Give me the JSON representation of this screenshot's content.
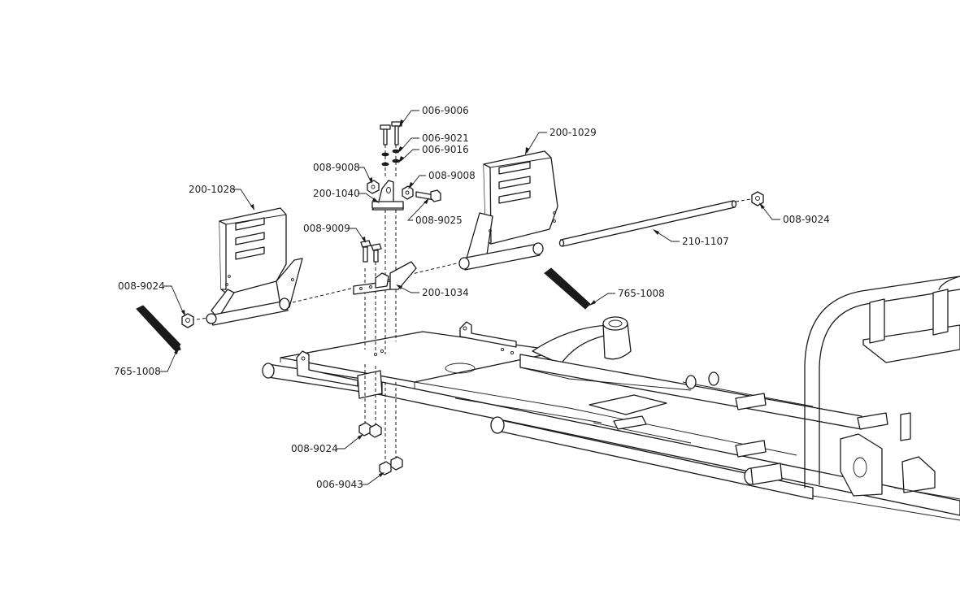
{
  "labels": {
    "l_006_9006": "006-9006",
    "l_006_9021": "006-9021",
    "l_006_9016": "006-9016",
    "l_200_1029": "200-1029",
    "l_008_9008_left": "008-9008",
    "l_008_9008_right": "008-9008",
    "l_200_1040": "200-1040",
    "l_008_9025": "008-9025",
    "l_200_1028": "200-1028",
    "l_008_9024_rod": "008-9024",
    "l_008_9009": "008-9009",
    "l_210_1107": "210-1107",
    "l_200_1034": "200-1034",
    "l_765_1008_right": "765-1008",
    "l_008_9024_left": "008-9024",
    "l_765_1008_left": "765-1008",
    "l_008_9024_bottom": "008-9024",
    "l_006_9043": "006-9043"
  },
  "colors": {
    "line": "#1a1a1a",
    "text": "#222222",
    "background": "#ffffff"
  }
}
